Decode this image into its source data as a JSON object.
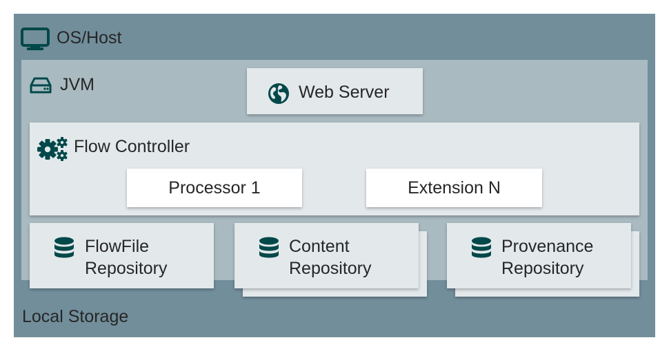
{
  "os_host": {
    "label": "OS/Host",
    "icon": "monitor-icon"
  },
  "jvm": {
    "label": "JVM",
    "icon": "hard-drive-icon"
  },
  "web_server": {
    "label": "Web Server",
    "icon": "globe-icon"
  },
  "flow_controller": {
    "label": "Flow Controller",
    "icon": "gears-icon",
    "processor": "Processor 1",
    "extension": "Extension N"
  },
  "repositories": [
    {
      "line1": "FlowFile",
      "line2": "Repository",
      "icon": "database-icon"
    },
    {
      "line1": "Content",
      "line2": "Repository",
      "icon": "database-icon"
    },
    {
      "line1": "Provenance",
      "line2": "Repository",
      "icon": "database-icon"
    }
  ],
  "local_storage": {
    "label": "Local Storage"
  },
  "colors": {
    "host": "#728e9b",
    "jvm": "#a9bac1",
    "panel": "#e3e8eb",
    "box": "#ffffff",
    "icon": "#004849"
  }
}
